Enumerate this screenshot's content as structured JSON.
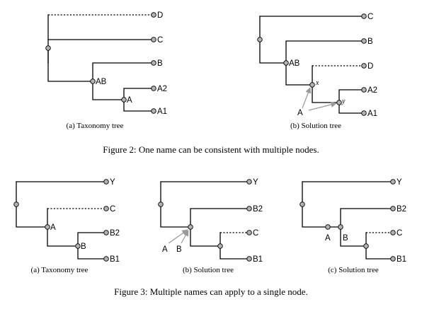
{
  "figure2": {
    "caption": "Figure 2: One name can be consistent with multiple nodes.",
    "taxonomy": {
      "subcaption": "(a) Taxonomy tree",
      "leaves": [
        "D",
        "C",
        "B",
        "A2",
        "A1"
      ],
      "internal": [
        "AB",
        "A"
      ]
    },
    "solution": {
      "subcaption": "(b) Solution tree",
      "leaves": [
        "C",
        "B",
        "D",
        "A2",
        "A1"
      ],
      "internal": [
        "AB"
      ],
      "markers": [
        "x",
        "y"
      ],
      "pointer_label": "A"
    }
  },
  "figure3": {
    "caption": "Figure 3: Multiple names can apply to a single node.",
    "taxonomy": {
      "subcaption": "(a) Taxonomy tree",
      "leaves": [
        "Y",
        "C",
        "B2",
        "B1"
      ],
      "internal": [
        "A",
        "B"
      ]
    },
    "solution_b": {
      "subcaption": "(b) Solution tree",
      "leaves": [
        "Y",
        "B2",
        "C",
        "B1"
      ],
      "pointer_labels": [
        "A",
        "B"
      ]
    },
    "solution_c": {
      "subcaption": "(c) Solution tree",
      "leaves": [
        "Y",
        "B2",
        "C",
        "B1"
      ],
      "internal": [
        "A",
        "B"
      ]
    }
  }
}
